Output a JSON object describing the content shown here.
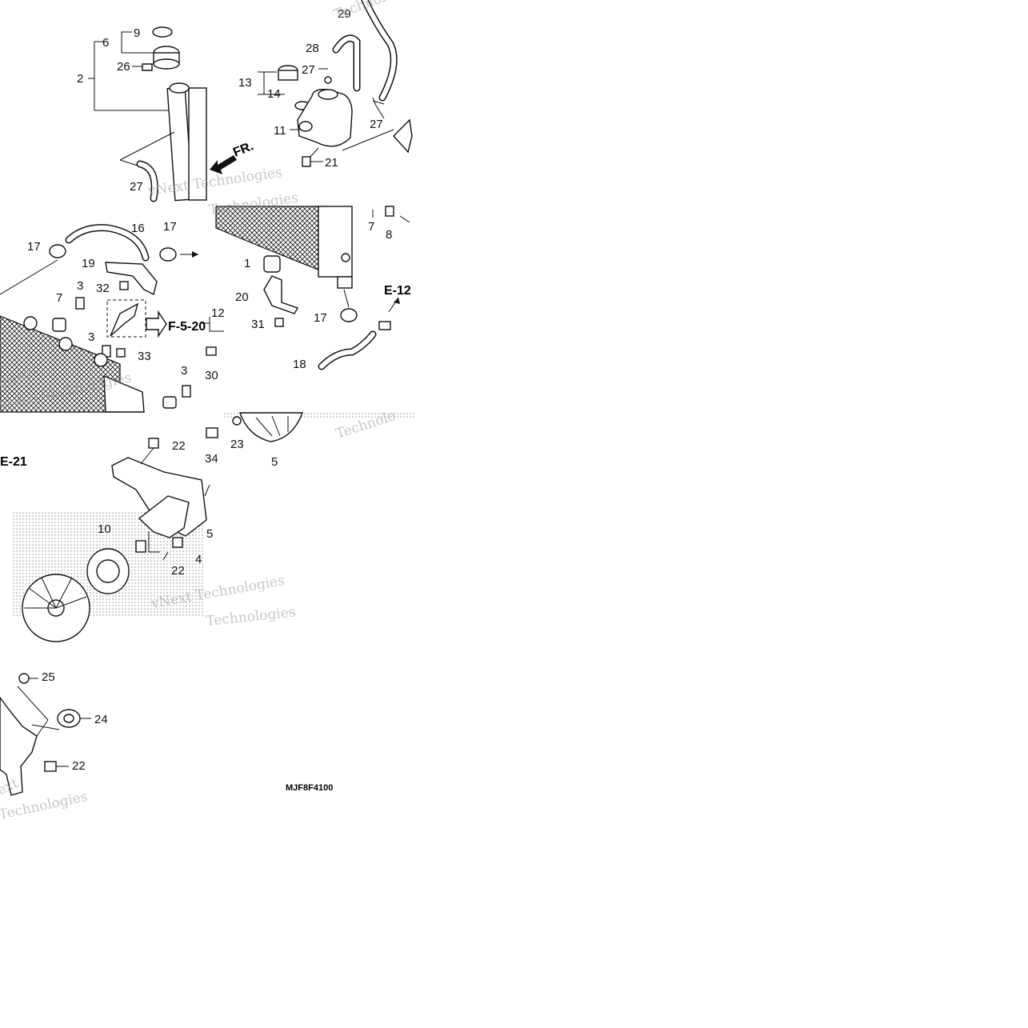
{
  "diagram": {
    "panels": [
      "radiator-cap-and-upper",
      "reserve-tank",
      "hoses-and-brackets-left",
      "hoses-and-brackets-right",
      "cooling-fan",
      "fan-shroud-lower"
    ],
    "callouts": [
      {
        "id": "c29",
        "text": "29"
      },
      {
        "id": "c9",
        "text": "9"
      },
      {
        "id": "c6",
        "text": "6"
      },
      {
        "id": "c2",
        "text": "2"
      },
      {
        "id": "c26",
        "text": "26"
      },
      {
        "id": "c28",
        "text": "28"
      },
      {
        "id": "c27a",
        "text": "27"
      },
      {
        "id": "c13",
        "text": "13"
      },
      {
        "id": "c14",
        "text": "14"
      },
      {
        "id": "c11",
        "text": "11"
      },
      {
        "id": "c21",
        "text": "21"
      },
      {
        "id": "c27b",
        "text": "27"
      },
      {
        "id": "c27c",
        "text": "27"
      },
      {
        "id": "c16",
        "text": "16"
      },
      {
        "id": "c17a",
        "text": "17"
      },
      {
        "id": "c17b",
        "text": "17"
      },
      {
        "id": "c7a",
        "text": "7"
      },
      {
        "id": "c8",
        "text": "8"
      },
      {
        "id": "c19",
        "text": "19"
      },
      {
        "id": "c3a",
        "text": "3"
      },
      {
        "id": "c32",
        "text": "32"
      },
      {
        "id": "c1",
        "text": "1"
      },
      {
        "id": "c7b",
        "text": "7"
      },
      {
        "id": "c20",
        "text": "20"
      },
      {
        "id": "c12",
        "text": "12"
      },
      {
        "id": "c31",
        "text": "31"
      },
      {
        "id": "c17c",
        "text": "17"
      },
      {
        "id": "c3b",
        "text": "3"
      },
      {
        "id": "c33",
        "text": "33"
      },
      {
        "id": "c30",
        "text": "30"
      },
      {
        "id": "c3c",
        "text": "3"
      },
      {
        "id": "c18",
        "text": "18"
      },
      {
        "id": "c22a",
        "text": "22"
      },
      {
        "id": "c34",
        "text": "34"
      },
      {
        "id": "c23",
        "text": "23"
      },
      {
        "id": "c5a",
        "text": "5"
      },
      {
        "id": "c10",
        "text": "10"
      },
      {
        "id": "c5b",
        "text": "5"
      },
      {
        "id": "c4",
        "text": "4"
      },
      {
        "id": "c22b",
        "text": "22"
      },
      {
        "id": "c25",
        "text": "25"
      },
      {
        "id": "c24",
        "text": "24"
      },
      {
        "id": "c22c",
        "text": "22"
      }
    ],
    "refs": {
      "fr": "FR.",
      "e12": "E-12",
      "f520": "F-5-20",
      "e21": "E-21"
    },
    "watermarks": [
      "vNext Technologies",
      "Technologies",
      "Technologies",
      "vNext",
      "vNext Technologies",
      "Technolo",
      "Technologies",
      "Technologies",
      "vNext Technologies",
      "ext"
    ],
    "code": "MJF8F4100"
  }
}
